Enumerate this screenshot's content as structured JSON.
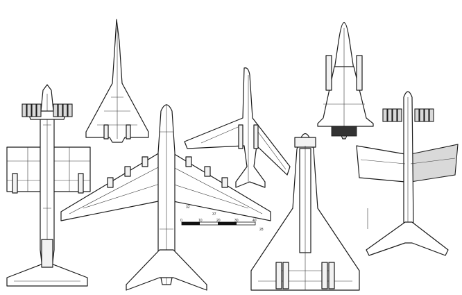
{
  "scale_bar": {
    "ticks": [
      "0",
      "10",
      "20",
      "30",
      "40"
    ]
  },
  "dimension_marks": [
    "32",
    "37",
    "28"
  ],
  "colors": {
    "ink": "#1a1a1a",
    "paper": "#ffffff",
    "shade": "#d9d9d9"
  }
}
